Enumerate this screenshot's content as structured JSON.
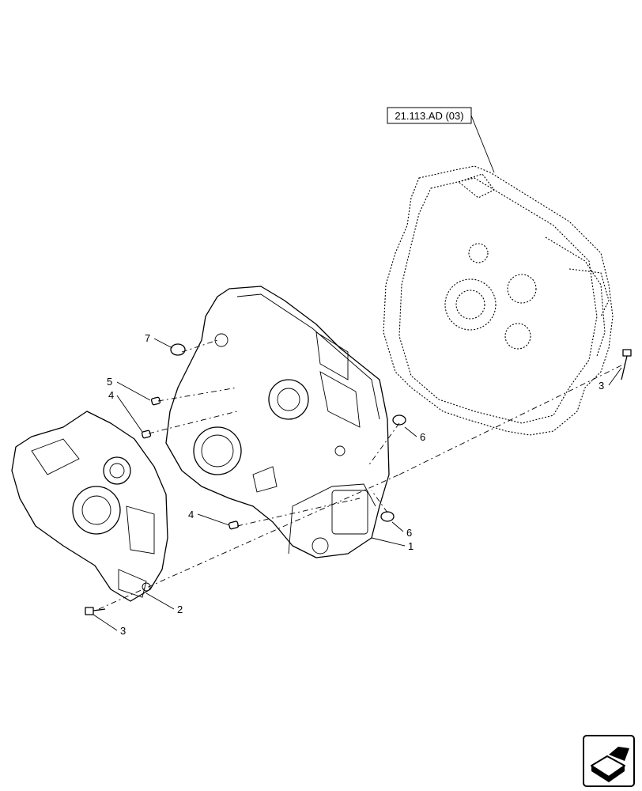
{
  "reference_box": {
    "text": "21.113.AD (03)"
  },
  "callouts": [
    {
      "id": "c1",
      "text": "1"
    },
    {
      "id": "c2",
      "text": "2"
    },
    {
      "id": "c3a",
      "text": "3"
    },
    {
      "id": "c3b",
      "text": "3"
    },
    {
      "id": "c4a",
      "text": "4"
    },
    {
      "id": "c4b",
      "text": "4"
    },
    {
      "id": "c5",
      "text": "5"
    },
    {
      "id": "c6a",
      "text": "6"
    },
    {
      "id": "c6b",
      "text": "6"
    },
    {
      "id": "c7",
      "text": "7"
    }
  ],
  "nav_icon": "next-page-arrow-icon"
}
